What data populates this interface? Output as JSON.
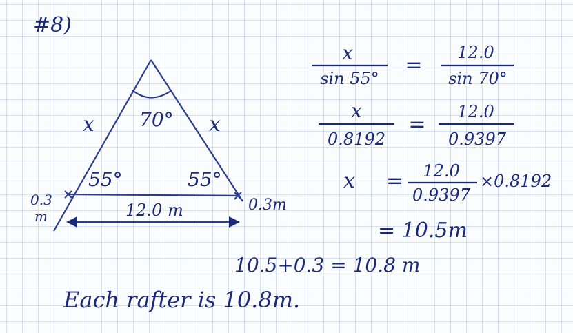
{
  "problem_number": "#8)",
  "diagram": {
    "apex_angle": "70°",
    "left_side": "x",
    "right_side": "x",
    "left_base_angle": "55°",
    "right_base_angle": "55°",
    "base_length": "12.0 m",
    "left_overhang": "0.3",
    "left_overhang_unit": "m",
    "right_overhang": "0.3m"
  },
  "work": {
    "eq1_lhs_num": "x",
    "eq1_lhs_den": "sin 55°",
    "eq1_rhs_num": "12.0",
    "eq1_rhs_den": "sin 70°",
    "eq2_lhs_num": "x",
    "eq2_lhs_den": "0.8192",
    "eq2_rhs_num": "12.0",
    "eq2_rhs_den": "0.9397",
    "eq3_var": "x",
    "eq3_frac_num": "12.0",
    "eq3_frac_den": "0.9397",
    "eq3_times": "×0.8192",
    "eq4_result": "= 10.5m",
    "eq5": "10.5+0.3 = 10.8 m",
    "equals": "="
  },
  "conclusion": "Each rafter is 10.8m."
}
